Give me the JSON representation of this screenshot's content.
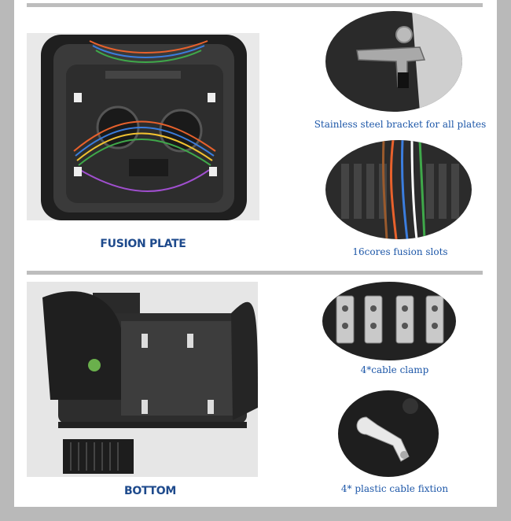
{
  "top_section": {
    "main_photo_label": "FUSION PLATE",
    "detail_1_caption": "Stainless steel bracket for all plates",
    "detail_2_caption": "16cores fusion slots"
  },
  "bottom_section": {
    "main_photo_label": "BOTTOM",
    "detail_1_caption": "4*cable clamp",
    "detail_2_caption": "4* plastic cable fixtion"
  },
  "colors": {
    "caption": "#1d57a8",
    "title": "#1e4a8c",
    "frame": "#b9b9b9"
  }
}
